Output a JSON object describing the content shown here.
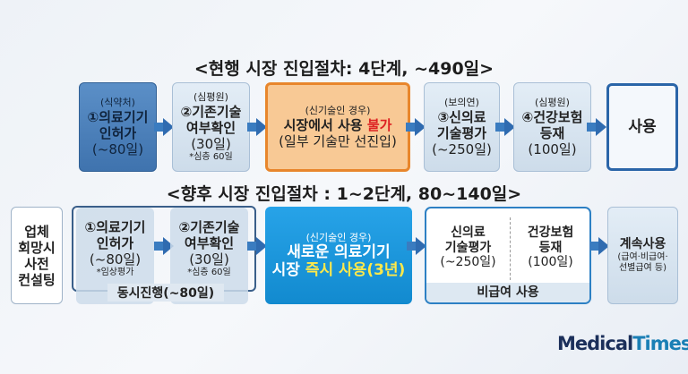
{
  "current": {
    "title": "<현행 시장 진입절차: 4단계, ~490일>",
    "step1": {
      "agency": "(식약처)",
      "name1": "①의료기기",
      "name2": "인허가",
      "days": "(~80일)"
    },
    "step2": {
      "agency": "(심평원)",
      "name1": "②기존기술",
      "name2": "여부확인",
      "days": "(30일)",
      "note": "*심층 60일"
    },
    "step3": {
      "cond": "(신기술인 경우)",
      "line1a": "시장에서 사용 ",
      "line1b": "불가",
      "line2": "(일부 기술만 선진입)"
    },
    "step4": {
      "agency": "(보의연)",
      "name1": "③신의료",
      "name2": "기술평가",
      "days": "(~250일)"
    },
    "step5": {
      "agency": "(심평원)",
      "name1": "④건강보험",
      "name2": "등재",
      "days": "(100일)"
    },
    "step6": {
      "name": "사용"
    }
  },
  "future": {
    "title": "<향후 시장 진입절차 : 1~2단계, 80~140일>",
    "consult": [
      "업체",
      "회망시",
      "사전",
      "컨설팅"
    ],
    "step1": {
      "name1": "①의료기기",
      "name2": "인허가",
      "days": "(~80일)",
      "note": "*임상평가"
    },
    "step2": {
      "name1": "②기존기술",
      "name2": "여부확인",
      "days": "(30일)",
      "note": "*심층 60일"
    },
    "parallel": "동시진행(~80일)",
    "step3": {
      "cond": "(신기술인 경우)",
      "line1": "새로운 의료기기",
      "line2a": "시장 ",
      "line2b": "즉시 사용(3년)"
    },
    "step4": {
      "a1": "신의료",
      "a2": "기술평가",
      "a3": "(~250일)",
      "b1": "건강보험",
      "b2": "등재",
      "b3": "(100일)",
      "footer": "비급여 사용"
    },
    "step5": {
      "name": "계속사용",
      "note1": "(급여·비급여·",
      "note2": "선별급여 등)"
    }
  },
  "logo": {
    "text1": "Medical",
    "text2": "Times"
  }
}
